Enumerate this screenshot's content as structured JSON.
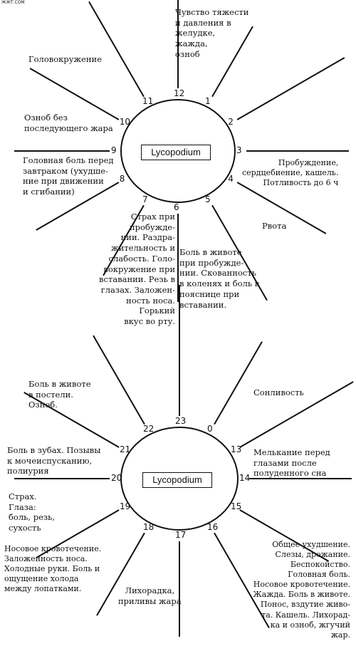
{
  "watermark": "ЖЖТ.COM",
  "top": {
    "remedy": "Lycopodium",
    "hours": [
      "1",
      "2",
      "3",
      "4",
      "5",
      "6",
      "7",
      "8",
      "9",
      "10",
      "11",
      "12"
    ],
    "labels": {
      "h12": "Чувство тяжести\nи давления в\nжелудке,\nжажда,\nозноб",
      "h11": "Головокружение",
      "h10": "Озноб без\nпоследующего жара",
      "h9": "Головная боль перед\nзавтраком (ухудше-\nние при движении\nи сгибании)",
      "h3": "Пробуждение,\nсердцебиение, кашель.\nПотливость до 6 ч",
      "h5": "Рвота",
      "h7": "Страх при\nпробужде-\nнии. Раздра-\nжительность и\nслабость. Голо-\nвокружение при\nвставании. Резь в\nглазах. Заложен-\nность носа. Горький\nвкус во рту.",
      "h6": "Боль в животе\nпри пробужде-\nнии. Скованность\nв коленях и боль в\nпояснице при\nвставании."
    }
  },
  "bottom": {
    "remedy": "Lycopodium",
    "hours": [
      "0",
      "13",
      "14",
      "15",
      "16",
      "17",
      "18",
      "19",
      "20",
      "21",
      "22",
      "23"
    ],
    "labels": {
      "h23": "Боль в животе\nв постели.\nОзноб.",
      "h13": "Сонливость",
      "h22": "Боль в зубах. Позывы\nк     мочеиспусканию,\nполиурия",
      "h14": "Мелькание перед\nглазами после\nполуденного сна",
      "h21": "Страх.\nГлаза:\nболь, резь,\nсухость",
      "h17": "Общее ухудшение.\nСлезы, дрожание.\nБеспокойство.\nГоловная боль.\nНосовое кровотечение.\nЖажда. Боль в животе.\nПонос, вздутие живо-\nта. Кашель. Лихорад-\nка и озноб, жгучий\nжар.",
      "h20": "Носовое кровотечение.\nЗаложенность носа.\nХолодные руки. Боль и\nощущение холода\nмежду лопатками.",
      "h19": "Лихорадка,\nприливы жара"
    }
  }
}
